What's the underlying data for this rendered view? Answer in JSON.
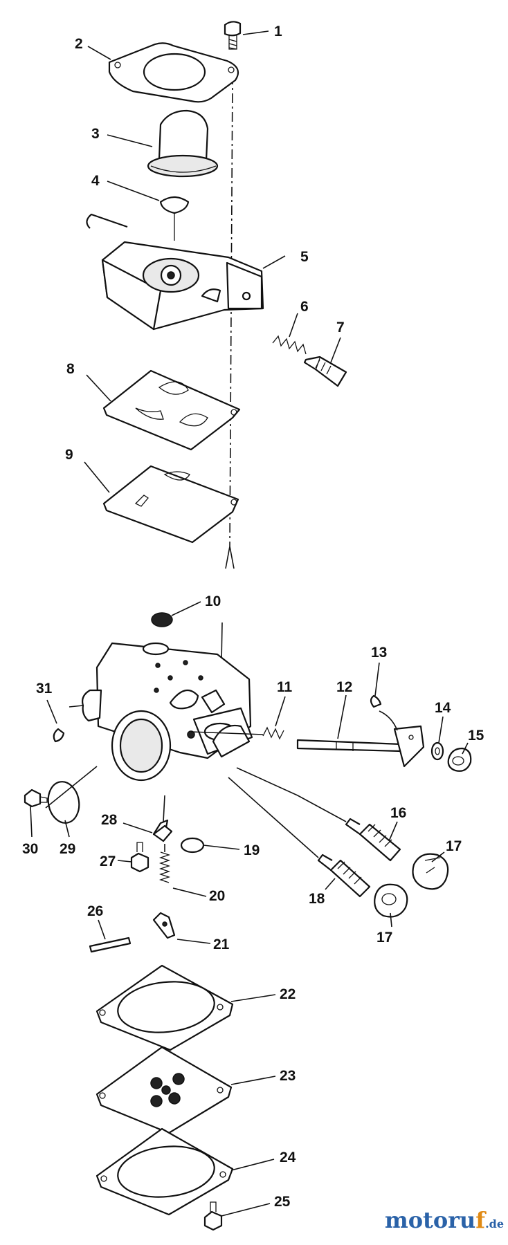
{
  "diagram": {
    "callouts": [
      "1",
      "2",
      "3",
      "4",
      "5",
      "6",
      "7",
      "8",
      "9",
      "10",
      "11",
      "12",
      "13",
      "14",
      "15",
      "16",
      "17",
      "17",
      "18",
      "19",
      "20",
      "21",
      "22",
      "23",
      "24",
      "25",
      "26",
      "27",
      "28",
      "29",
      "30",
      "31"
    ]
  },
  "watermark": {
    "part1": "motoru",
    "part2": "f",
    "part3": ".de"
  }
}
